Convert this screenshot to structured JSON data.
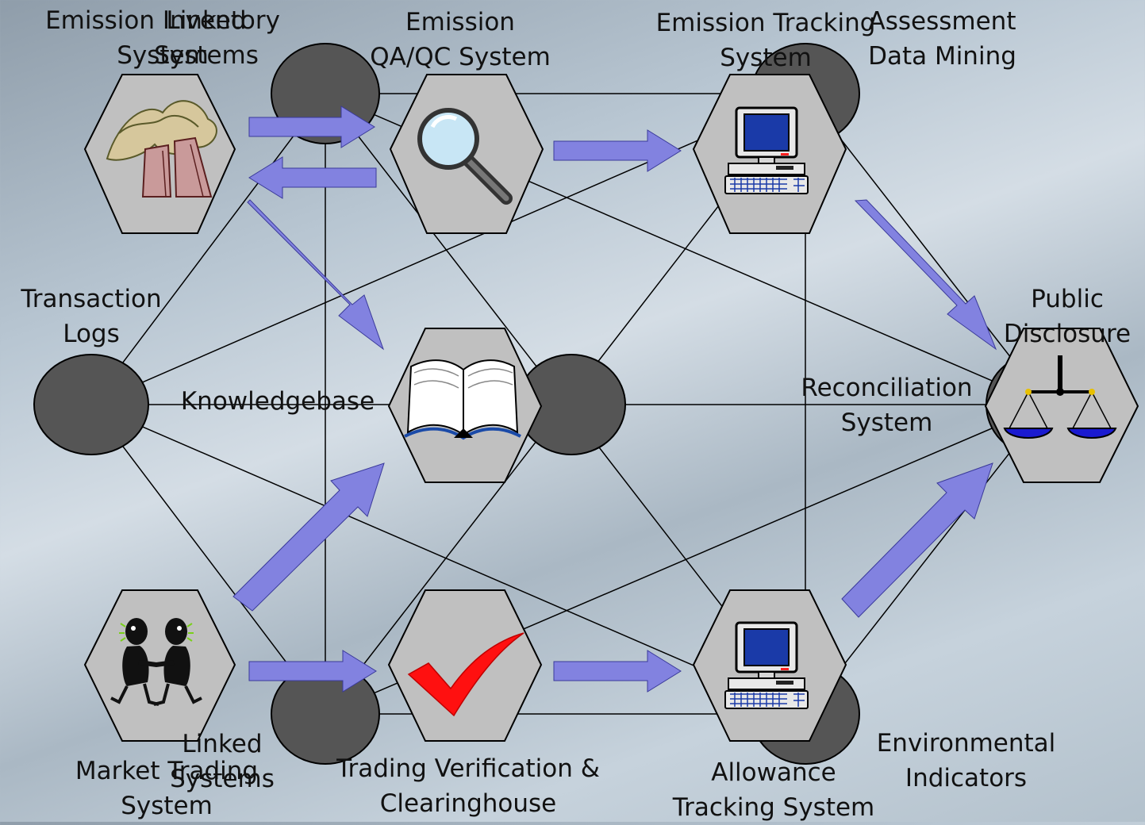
{
  "colors": {
    "background": "#c3cfda",
    "hexagon_fill": "#c0c0c0",
    "circle_fill": "#555555",
    "arrow_fill": "#8282e0",
    "line": "#000000",
    "check_red": "#ff0000",
    "scale_blue": "#1a1ad0"
  },
  "nodes": {
    "emission_inventory_label": "Emission Inventory\nSystem",
    "emission_inventory_linked_label": "Linked\nSystems",
    "emission_qaqc_label": "Emission\nQA/QC System",
    "emission_tracking_label": "Emission Tracking\nSystem",
    "assessment_label": "Assessment\nData Mining",
    "transaction_logs_label": "Transaction\nLogs",
    "knowledgebase_label": "Knowledgebase",
    "reconciliation_label": "Reconciliation\nSystem",
    "public_disclosure_label": "Public\nDisclosure",
    "market_trading_label": "Market Trading\nSystem",
    "market_linked_label": "Linked\nSystems",
    "trading_verification_label": "Trading Verification &\nClearinghouse",
    "allowance_tracking_label": "Allowance\nTracking System",
    "environmental_indicators_label": "Environmental\nIndicators"
  },
  "icons": {
    "emission_inventory": "smokestack-icon",
    "emission_qaqc": "magnifier-icon",
    "emission_tracking": "computer-icon",
    "knowledgebase": "open-book-icon",
    "public_disclosure": "scales-icon",
    "market_trading": "handshake-people-icon",
    "trading_verification": "checkmark-icon",
    "allowance_tracking": "computer-icon"
  }
}
